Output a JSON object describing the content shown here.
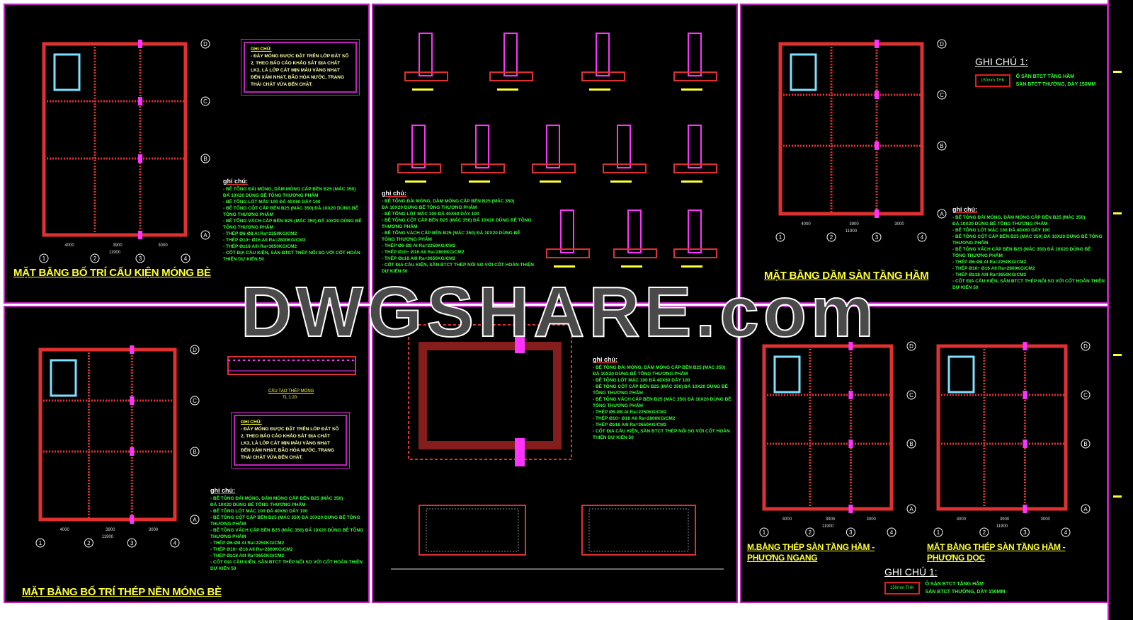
{
  "panels": {
    "p1": {
      "title": "MẶT BẰNG BỐ TRÍ CẤU KIỆN MÓNG BÈ"
    },
    "p2": {
      "title": ""
    },
    "p3": {
      "title": "MẶT BẰNG DẦM SÀN TẦNG HẦM"
    },
    "p4": {
      "title": "MẶT BẰNG BỐ TRÍ THÉP NỀN MÓNG BÈ",
      "detail_title": "CẤU TẠO THÉP MÓNG",
      "detail_scale": "TL 1:20"
    },
    "p5": {
      "title": ""
    },
    "p6": {
      "title_left": "M.BẰNG THÉP SÀN TẦNG HẦM - PHƯƠNG NGANG",
      "title_right": "MẶT BẰNG THÉP SÀN TẦNG HẦM - PHƯƠNG DỌC"
    }
  },
  "callout": {
    "heading": "GHI CHÚ:",
    "text": "- ĐÁY MÓNG ĐƯỢC ĐẶT TRÊN LỚP ĐẤT SỐ 2, THEO BÁO CÁO KHẢO SÁT ĐỊA CHẤT LK3, LÀ LỚP CÁT MỊN MÀU VÀNG NHẠT ĐẾN XÁM NHẠT, BÃO HÒA NƯỚC, TRẠNG THÁI CHẶT VỪA ĐẾN CHẶT."
  },
  "notes": {
    "heading": "ghi chú:",
    "lines": [
      "- BÊ TÔNG ĐÀI MÓNG, DẦM MÓNG CẤP BỀN B25 (MÁC 350)",
      "  ĐÁ 10X20 DÙNG BÊ TÔNG THƯƠNG PHẨM",
      "- BÊ TÔNG LÓT MÁC 100 ĐÁ 40X60 DÀY 100",
      "- BÊ TÔNG CỘT CẤP BỀN B25 (MÁC 350) ĐÁ 10X20 DÙNG BÊ TÔNG THƯƠNG PHẨM",
      "- BÊ TÔNG VÁCH CẤP BỀN B25 (MÁC 350) ĐÁ 10X20 DÙNG BÊ TÔNG THƯƠNG PHẨM",
      "- THÉP Ø6-Ø8 AI Ra=2250KG/CM2",
      "- THÉP Ø10÷ Ø16 AII Ra=2800KG/CM2",
      "- THÉP Ø≥18 AIII Ra=3650KG/CM2",
      "- CỐT ĐỊA CẦU KIỆN, SÀN BTCT THÉP NỐI SO VỚI CỐT HOÀN THIỆN DỰ KIẾN 50"
    ]
  },
  "ghichu1": {
    "heading": "GHI CHÚ 1:",
    "box": "150mm THK",
    "line1": "Ô SÀN BTCT TẦNG HẦM",
    "line2": "SÀN BTCT THƯỜNG, DÀY 150MM"
  },
  "axes": {
    "rows": [
      "D",
      "C",
      "B",
      "A"
    ],
    "cols": [
      "1",
      "2",
      "3",
      "4"
    ]
  },
  "dims": {
    "total": "11900",
    "spans": [
      "4000",
      "3900",
      "3000"
    ]
  },
  "watermark": "DWGSHARE.com",
  "colors": {
    "background": "#000000",
    "frame": "#c020c0",
    "wall": "#e03030",
    "beam": "#ff33ff",
    "text": "#ffff33",
    "notes": "#33ff33"
  }
}
